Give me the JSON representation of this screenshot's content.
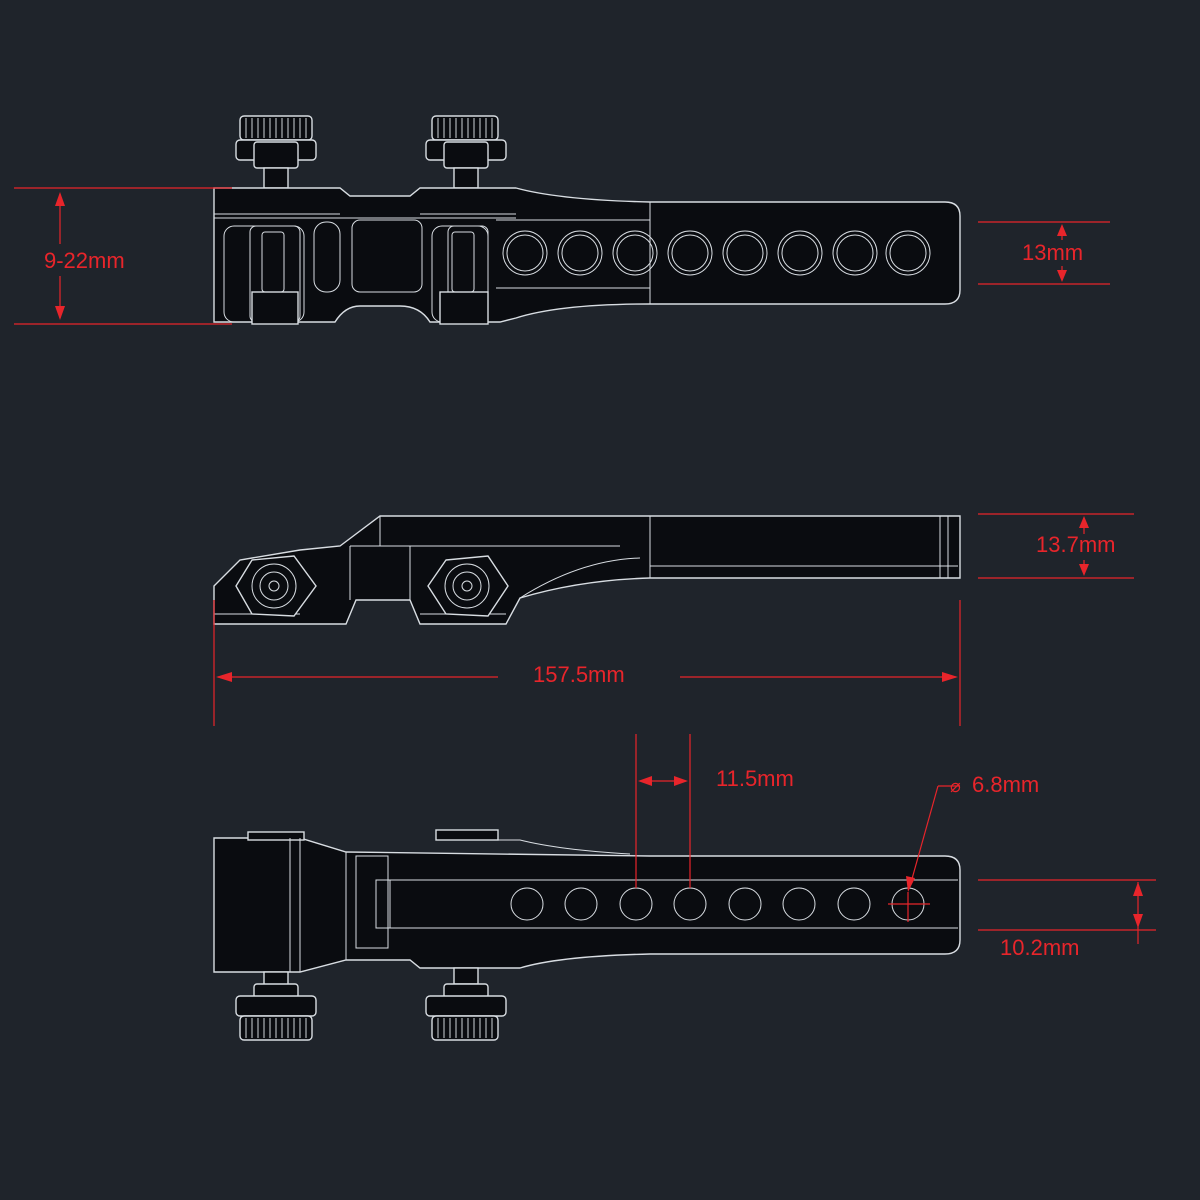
{
  "colors": {
    "background": "#1f242b",
    "dimension": "#e8252b",
    "outline": "#d8dde2"
  },
  "dimensions": {
    "clamp_range": "9-22mm",
    "arm_width_top": "13mm",
    "arm_height_side": "13.7mm",
    "overall_length": "157.5mm",
    "hole_spacing": "11.5mm",
    "hole_diameter": "6.8mm",
    "hole_diameter_symbol": "⌀",
    "hole_offset": "10.2mm"
  },
  "views": [
    "top-view",
    "side-view",
    "bottom-view"
  ]
}
